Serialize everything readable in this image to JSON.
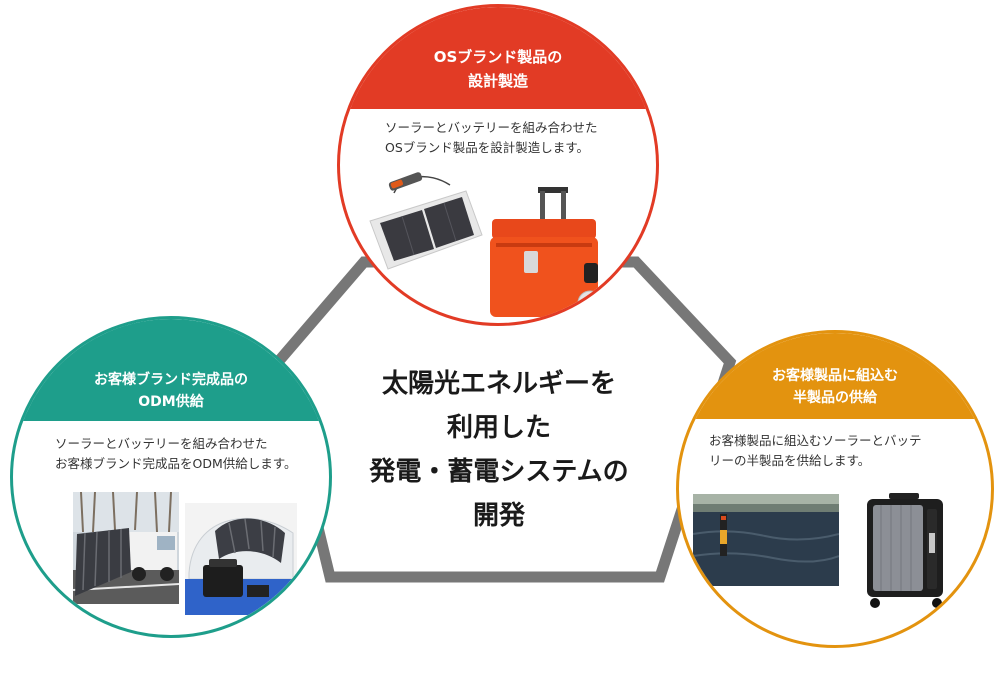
{
  "center": {
    "line1": "太陽光エネルギーを",
    "line2": "利用した",
    "line3": "発電・蓄電システムの",
    "line4": "開発"
  },
  "top": {
    "title_line1": "OSブランド製品の",
    "title_line2": "設計製造",
    "desc_line1": "ソーラーとバッテリーを組み合わせた",
    "desc_line2": "OSブランド製品を設計製造します。"
  },
  "left": {
    "title_line1": "お客様ブランド完成品の",
    "title_line2": "ODM供給",
    "desc_line1": "ソーラーとバッテリーを組み合わせた",
    "desc_line2": "お客様ブランド完成品をODM供給します。"
  },
  "right": {
    "title_line1": "お客様製品に組込む",
    "title_line2": "半製品の供給",
    "desc_line1": "お客様製品に組込むソーラーとバッテ",
    "desc_line2": "リーの半製品を供給します。"
  },
  "colors": {
    "red": "#e23b25",
    "teal": "#1e9e8b",
    "orange": "#e3930f",
    "triangle": "#777777"
  }
}
